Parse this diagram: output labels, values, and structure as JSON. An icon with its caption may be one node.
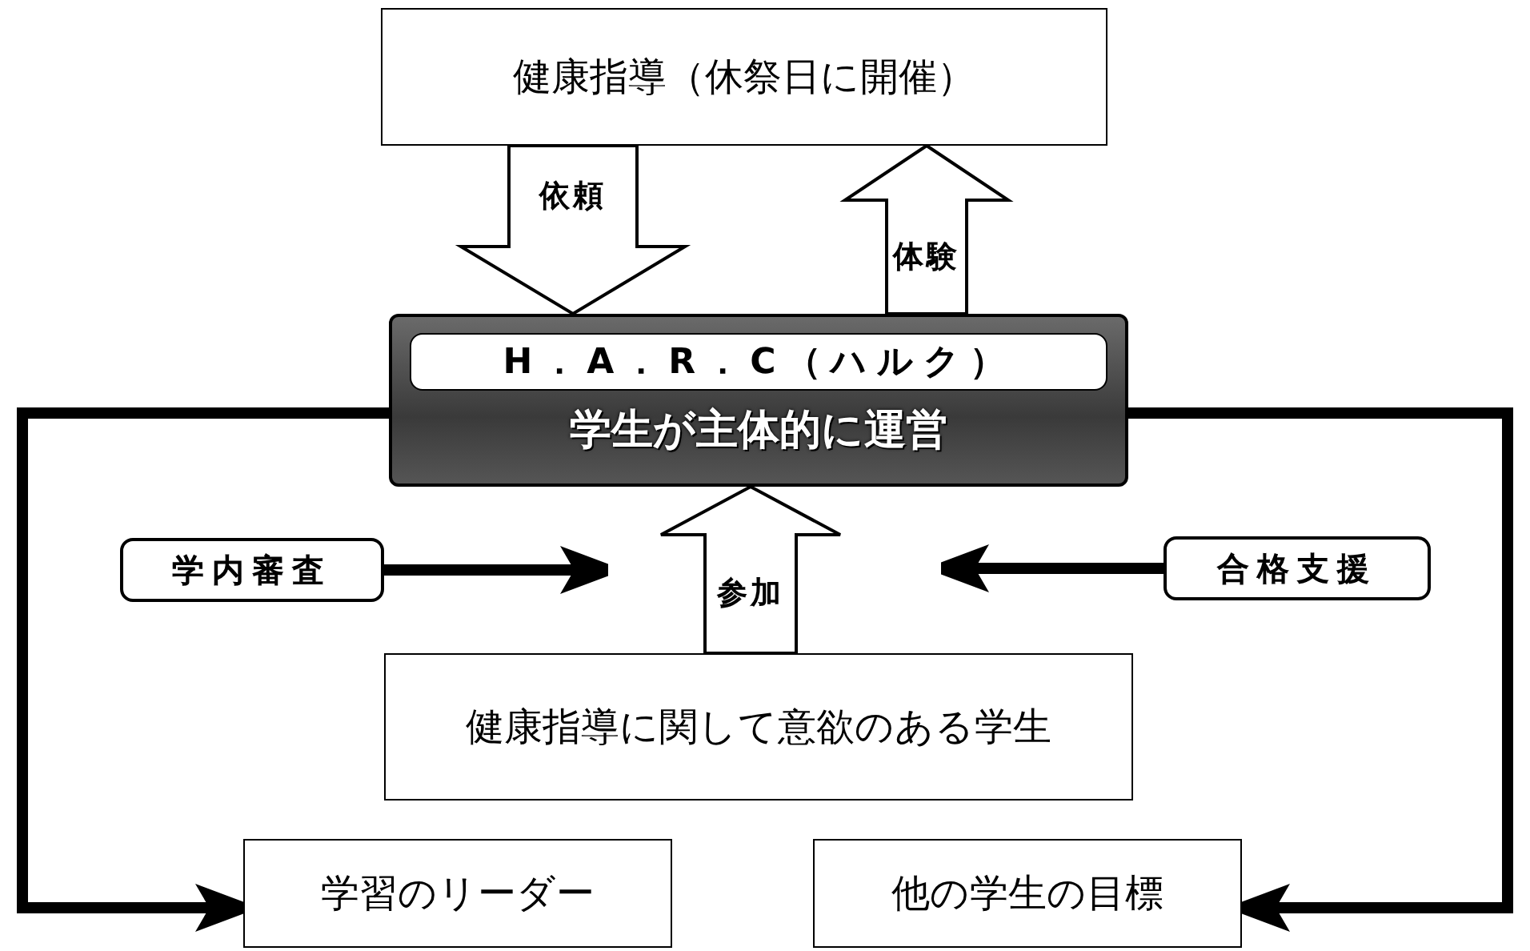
{
  "diagram": {
    "nodes": [
      {
        "text": [
          "健康指導（休祭日に開催）"
        ]
      },
      {
        "text": [
          "H．A．R．C（ハルク）",
          "学生が主体的に運営"
        ]
      },
      {
        "text": [
          "学内審査"
        ]
      },
      {
        "text": [
          "合格支援"
        ]
      },
      {
        "text": [
          "健康指導に関して意欲のある学生"
        ]
      },
      {
        "text": [
          "学習のリーダー"
        ]
      },
      {
        "text": [
          "他の学生の目標"
        ]
      }
    ],
    "edges": [
      {
        "from": 0,
        "to": 1,
        "arrow": "to",
        "label": "依頼"
      },
      {
        "from": 1,
        "to": 0,
        "arrow": "to",
        "label": "体験"
      },
      {
        "from": 4,
        "to": 1,
        "arrow": "to",
        "label": "参加"
      },
      {
        "from": 2,
        "to": null,
        "arrow": "to"
      },
      {
        "from": 3,
        "to": null,
        "arrow": "to"
      },
      {
        "from": 1,
        "to": 5,
        "arrow": "to"
      },
      {
        "from": 1,
        "to": 6,
        "arrow": "to"
      }
    ]
  }
}
